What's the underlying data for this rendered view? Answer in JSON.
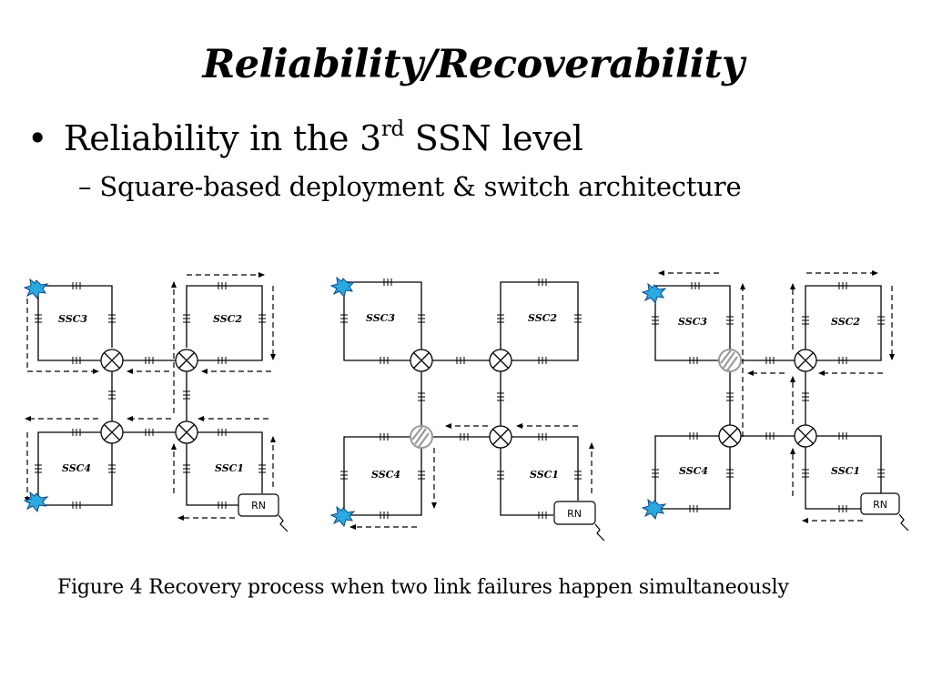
{
  "slide": {
    "title": "Reliability/Recoverability",
    "bullet_text": "Reliability in the 3",
    "bullet_sup": "rd",
    "bullet_after": " SSN level",
    "sub_bullet": "– Square-based deployment &  switch architecture",
    "caption": "Figure 4 Recovery process when two link failures happen simultaneously"
  },
  "diagram": {
    "ssc_labels": [
      "SSC3",
      "SSC2",
      "SSC4",
      "SSC1"
    ],
    "rn_label": "RN",
    "panels": [
      {
        "faulty_switch": "none"
      },
      {
        "faulty_switch": "bottom-left"
      },
      {
        "faulty_switch": "top-left"
      }
    ],
    "colors": {
      "line": "#000000",
      "failure_fill": "#29a9e0",
      "failure_stroke": "#0d4a8a",
      "faulty_switch": "#9a9a9a"
    }
  }
}
